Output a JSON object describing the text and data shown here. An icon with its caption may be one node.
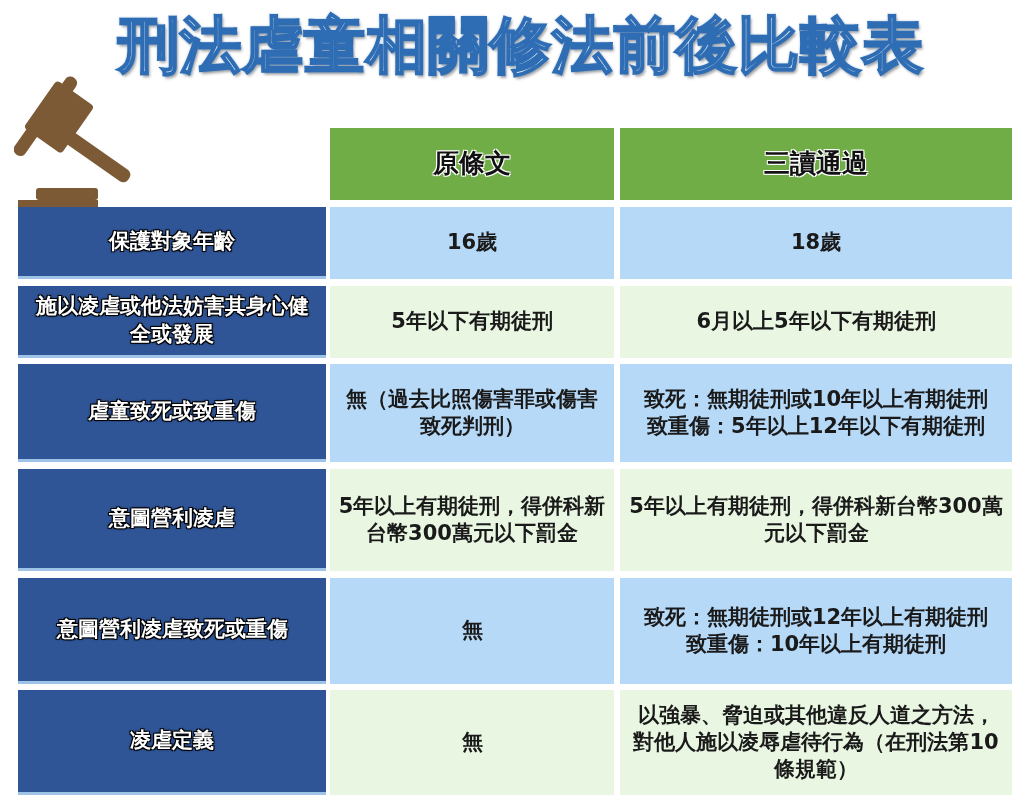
{
  "diagram": {
    "title": "刑法虐童相關修法前後比較表",
    "nodes": [
      {
        "text": [
          "原條文"
        ]
      },
      {
        "text": [
          "三讀通過"
        ]
      },
      {
        "text": [
          "保護對象年齡"
        ]
      },
      {
        "text": [
          "16歲"
        ]
      },
      {
        "text": [
          "18歲"
        ]
      },
      {
        "text": [
          "施以凌虐或他法妨害其身心健全或發展"
        ]
      },
      {
        "text": [
          "5年以下有期徒刑"
        ]
      },
      {
        "text": [
          "6月以上5年以下有期徒刑"
        ]
      },
      {
        "text": [
          "虐童致死或致重傷"
        ]
      },
      {
        "text": [
          "無（過去比照傷害罪或傷害致死判刑）"
        ]
      },
      {
        "text": [
          "致死：無期徒刑或10年以上有期徒刑",
          "致重傷：5年以上12年以下有期徒刑"
        ]
      },
      {
        "text": [
          "意圖營利凌虐"
        ]
      },
      {
        "text": [
          "5年以上有期徒刑，得併科新台幣300萬元以下罰金"
        ]
      },
      {
        "text": [
          "5年以上有期徒刑，得併科新台幣300萬元以下罰金"
        ]
      },
      {
        "text": [
          "意圖營利凌虐致死或重傷"
        ]
      },
      {
        "text": [
          "無"
        ]
      },
      {
        "text": [
          "致死：無期徒刑或12年以上有期徒刑",
          "致重傷：10年以上有期徒刑"
        ]
      },
      {
        "text": [
          "凌虐定義"
        ]
      },
      {
        "text": [
          "無"
        ]
      },
      {
        "text": [
          "以強暴、脅迫或其他違反人道之方法，對他人施以凌辱虐待行為（在刑法第10條規範）"
        ]
      }
    ]
  }
}
